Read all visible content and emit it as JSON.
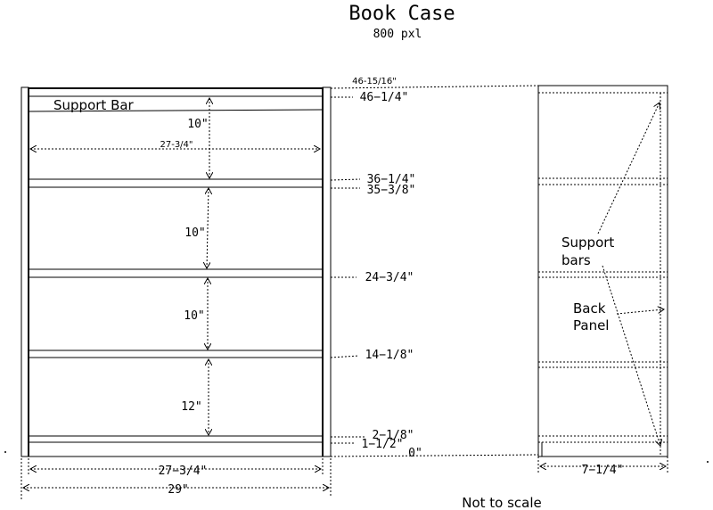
{
  "title": "Book Case",
  "subtitle": "800 pxl",
  "footer": "Not to scale",
  "front": {
    "support_bar_label": "Support Bar",
    "inner_width_top": "27-3/4\"",
    "spacing": [
      "10\"",
      "10\"",
      "10\"",
      "12\""
    ],
    "heights": [
      "46-15/16\"",
      "46−1/4\"",
      "36−1/4\"",
      "35−3/8\"",
      "24−3/4\"",
      "14−1/8\"",
      "2−1/8\"",
      "1−1/2\"",
      "0\""
    ],
    "inner_width_bottom": "27−3/4\"",
    "outer_width": "29\""
  },
  "side": {
    "support_bars_label": [
      "Support",
      "bars"
    ],
    "back_panel_label": [
      "Back",
      "Panel"
    ],
    "depth": "7−1/4\""
  }
}
